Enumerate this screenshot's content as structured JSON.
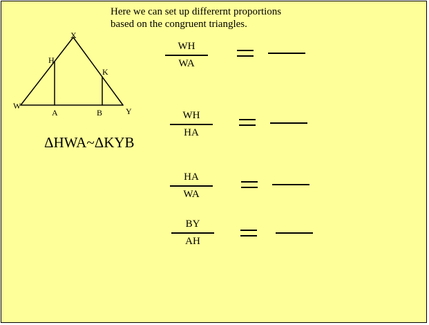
{
  "intro": {
    "line1": "Here we can set up differernt proportions",
    "line2": "based on the congruent triangles."
  },
  "diagram": {
    "vertices": {
      "X": "X",
      "H": "H",
      "K": "K",
      "W": "W",
      "A": "A",
      "B": "B",
      "Y": "Y"
    }
  },
  "similarity_statement": "ΔHWA~ΔKYB",
  "proportions": [
    {
      "numerator": "WH",
      "denominator": "WA"
    },
    {
      "numerator": "WH",
      "denominator": "HA"
    },
    {
      "numerator": "HA",
      "denominator": "WA"
    },
    {
      "numerator": "BY",
      "denominator": "AH"
    }
  ]
}
